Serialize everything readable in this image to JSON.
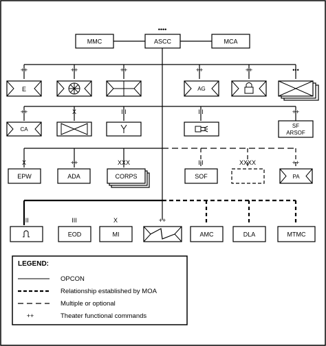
{
  "top": {
    "center": "ASCC",
    "center_echelon": "••••",
    "left": "MMC",
    "right": "MCA"
  },
  "row1": [
    {
      "echelon": "++",
      "text": "E"
    },
    {
      "echelon": "++",
      "text": ""
    },
    {
      "echelon": "++",
      "text": ""
    },
    {
      "echelon": "++",
      "text": "AG"
    },
    {
      "echelon": "++",
      "text": ""
    },
    {
      "echelon": "•••",
      "text": ""
    }
  ],
  "row2": [
    {
      "echelon": "++",
      "text": "CA"
    },
    {
      "echelon": "X",
      "text": ""
    },
    {
      "echelon": "III",
      "text": ""
    },
    {
      "echelon": "III",
      "text": ""
    },
    {
      "echelon": "++",
      "text": "SF",
      "text2": "ARSOF"
    }
  ],
  "row3": [
    {
      "echelon": "X",
      "text": "EPW"
    },
    {
      "echelon": "++",
      "text": "ADA"
    },
    {
      "echelon": "XXX",
      "text": "CORPS"
    },
    {
      "echelon": "III",
      "text": "SOF"
    },
    {
      "echelon": "XXXX",
      "text": ""
    },
    {
      "echelon": "++",
      "text": "PA"
    }
  ],
  "row4": [
    {
      "echelon": "III",
      "text": ""
    },
    {
      "echelon": "III",
      "text": "EOD"
    },
    {
      "echelon": "X",
      "text": "MI"
    },
    {
      "echelon": "++",
      "text": ""
    },
    {
      "echelon": "",
      "text": "AMC"
    },
    {
      "echelon": "",
      "text": "DLA"
    },
    {
      "echelon": "",
      "text": "MTMC"
    }
  ],
  "legend": {
    "title": "LEGEND:",
    "items": [
      {
        "style": "solid",
        "label": "OPCON"
      },
      {
        "style": "heavy-dashed",
        "label": "Relationship established by MOA"
      },
      {
        "style": "dashed",
        "label": "Multiple or optional"
      },
      {
        "style": "marker",
        "label": "Theater functional commands"
      }
    ]
  }
}
